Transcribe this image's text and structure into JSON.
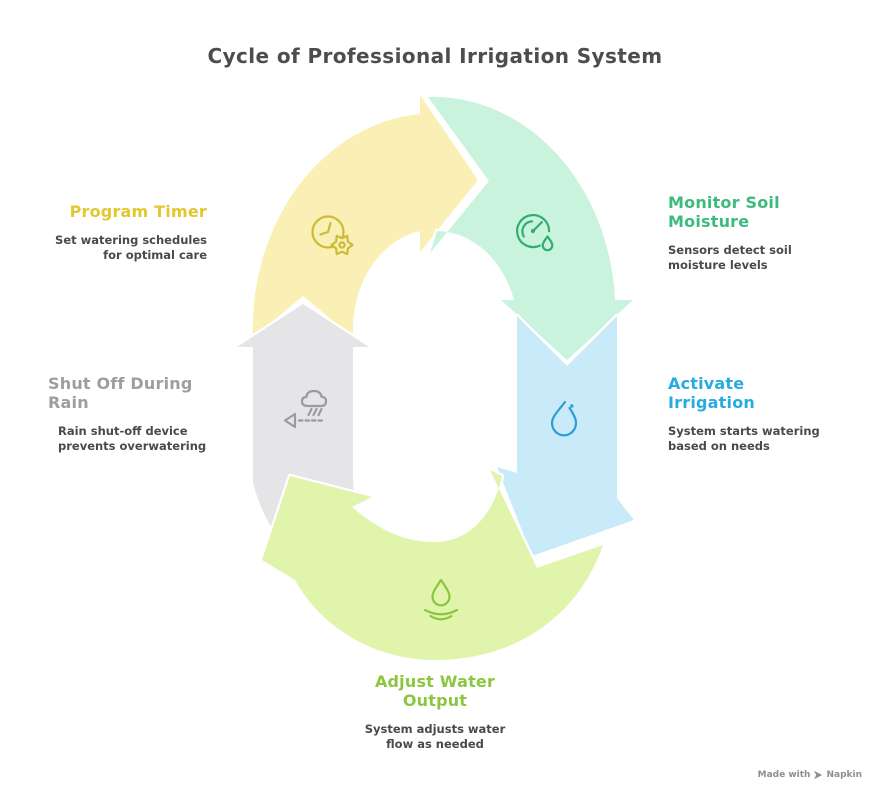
{
  "title": "Cycle of Professional Irrigation System",
  "steps": [
    {
      "id": "program-timer",
      "label": "Program Timer",
      "label_lines": [
        "Program Timer"
      ],
      "desc_lines": [
        "Set watering schedules",
        "for optimal care"
      ],
      "icon": "clock-gear-icon",
      "accent": "#E2C72E",
      "fill": "#FAF0B5"
    },
    {
      "id": "monitor-soil-moisture",
      "label": "Monitor Soil Moisture",
      "label_lines": [
        "Monitor Soil",
        "Moisture"
      ],
      "desc_lines": [
        "Sensors detect soil",
        "moisture levels"
      ],
      "icon": "moisture-gauge-icon",
      "accent": "#3DBB7E",
      "fill": "#C9F3DC"
    },
    {
      "id": "activate-irrigation",
      "label": "Activate Irrigation",
      "label_lines": [
        "Activate",
        "Irrigation"
      ],
      "desc_lines": [
        "System starts watering",
        "based on needs"
      ],
      "icon": "water-droplet-icon",
      "accent": "#29ABE2",
      "fill": "#C9EAF8"
    },
    {
      "id": "adjust-water-output",
      "label": "Adjust Water Output",
      "label_lines": [
        "Adjust Water",
        "Output"
      ],
      "desc_lines": [
        "System adjusts water",
        "flow as needed"
      ],
      "icon": "droplet-ripples-icon",
      "accent": "#8CC63F",
      "fill": "#E0F4AC"
    },
    {
      "id": "shut-off-during-rain",
      "label": "Shut Off During Rain",
      "label_lines": [
        "Shut Off During",
        "Rain"
      ],
      "desc_lines": [
        "Rain shut-off device",
        "prevents overwatering"
      ],
      "icon": "rain-shutoff-icon",
      "accent": "#9E9EA0",
      "fill": "#E5E5E7"
    }
  ],
  "watermark": {
    "text": "Made with",
    "brand": "Napkin"
  },
  "colors": {
    "title_text": "#4D4D4F",
    "body_text": "#4A4A4C",
    "yellow_fill": "#FAF0B5",
    "yellow_accent": "#E2C72E",
    "yellow_icon": "#CBBB35",
    "green_fill": "#C9F3DC",
    "green_accent": "#3DBB7E",
    "green_icon": "#2FAE6E",
    "blue_fill": "#C9EAF8",
    "blue_accent": "#29ABE2",
    "blue_icon": "#2B9FD8",
    "lime_fill": "#E0F4AC",
    "lime_accent": "#8CC63F",
    "lime_icon": "#8CC63F",
    "gray_fill": "#E5E5E7",
    "gray_accent": "#9E9EA0",
    "gray_icon": "#9B9B9D",
    "watermark_text": "#8E8E92"
  }
}
